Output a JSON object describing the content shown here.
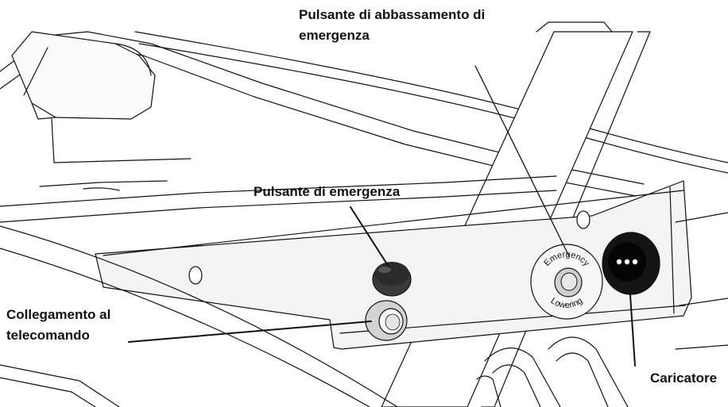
{
  "callouts": {
    "emergency_lowering": {
      "line1": "Pulsante di abbassamento di",
      "line2": "emergenza"
    },
    "emergency_button": "Pulsante di emergenza",
    "remote_connection": {
      "line1": "Collegamento al",
      "line2": "telecomando"
    },
    "charger": "Caricatore"
  },
  "lowering_button_ring": {
    "top_text": "Emergency",
    "bottom_text": "Lowering"
  },
  "colors": {
    "line": "#111111",
    "fill": "#ffffff",
    "panel_shade": "#f4f4f4",
    "button_dark": "#2b2b2b",
    "socket_black": "#0a0a0a",
    "connector_grey": "#cfcfcf"
  }
}
